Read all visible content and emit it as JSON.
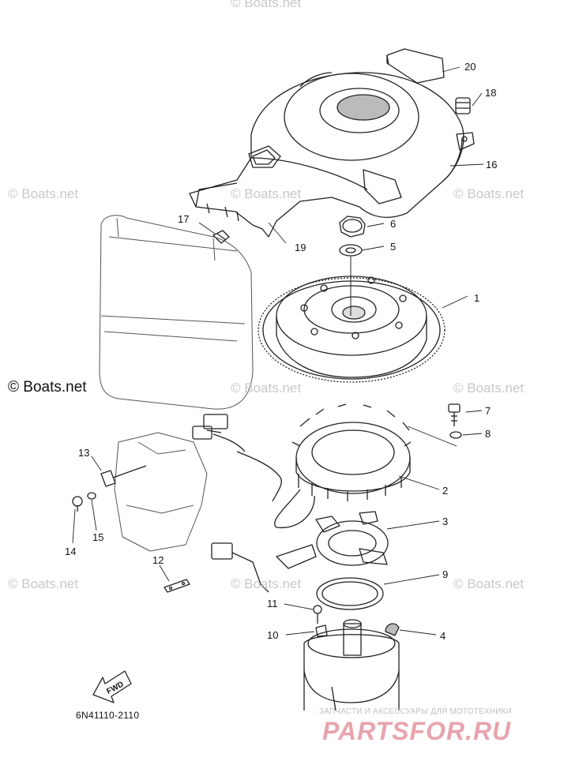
{
  "watermarks": [
    "© Boats.net",
    "© Boats.net",
    "© Boats.net",
    "© Boats.net",
    "© Boats.net",
    "© Boats.net",
    "© Boats.net",
    "© Boats.net",
    "© Boats.net"
  ],
  "copyright_main": "© Boats.net",
  "fwd_label": "FWD",
  "diagram_code": "6N41110-2110",
  "brand_subtitle": "ЗАПЧАСТИ И АКСЕССУАРЫ ДЛЯ МОТОТЕХНИКИ",
  "brand_name": "PARTSFOR.RU",
  "callouts": [
    "1",
    "2",
    "3",
    "4",
    "5",
    "6",
    "7",
    "8",
    "9",
    "10",
    "11",
    "12",
    "13",
    "14",
    "15",
    "16",
    "17",
    "18",
    "19",
    "20"
  ]
}
